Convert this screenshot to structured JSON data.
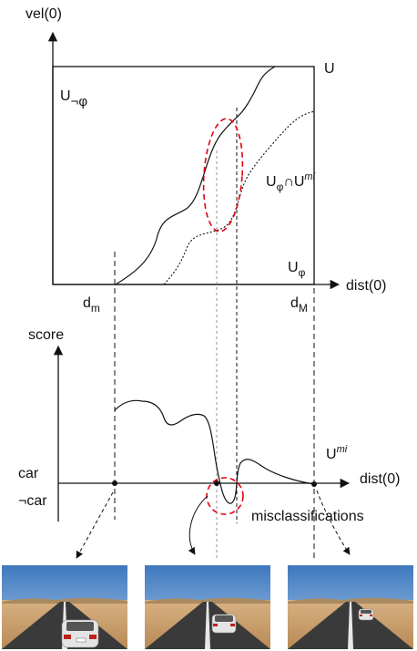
{
  "top_plot": {
    "y_axis_label": "vel(0)",
    "x_axis_label": "dist(0)",
    "set_U": "U",
    "set_U_not_phi_base": "U",
    "set_U_not_phi_sub": "¬φ",
    "set_intersection_base": "U",
    "set_intersection_sub": "φ",
    "set_intersection_mid": "∩U",
    "set_intersection_sup": "mi",
    "set_U_phi_base": "U",
    "set_U_phi_sub": "φ",
    "d_min_base": "d",
    "d_min_sub": "m",
    "d_max_base": "d",
    "d_max_sub": "M"
  },
  "bottom_plot": {
    "y_axis_label": "score",
    "x_axis_label": "dist(0)",
    "class_car": "car",
    "class_not_car": "¬car",
    "curve_label_base": "U",
    "curve_label_sup": "mi",
    "misclassifications_label": "misclassifications"
  },
  "images": [
    {
      "icon": "road-car-near-image"
    },
    {
      "icon": "road-car-mid-image"
    },
    {
      "icon": "road-car-far-image"
    }
  ],
  "colors": {
    "ink": "#111111",
    "highlight": "#e3000f",
    "sky": "#4a86c8",
    "sand": "#c9a06a",
    "asphalt": "#3a3a3a"
  }
}
